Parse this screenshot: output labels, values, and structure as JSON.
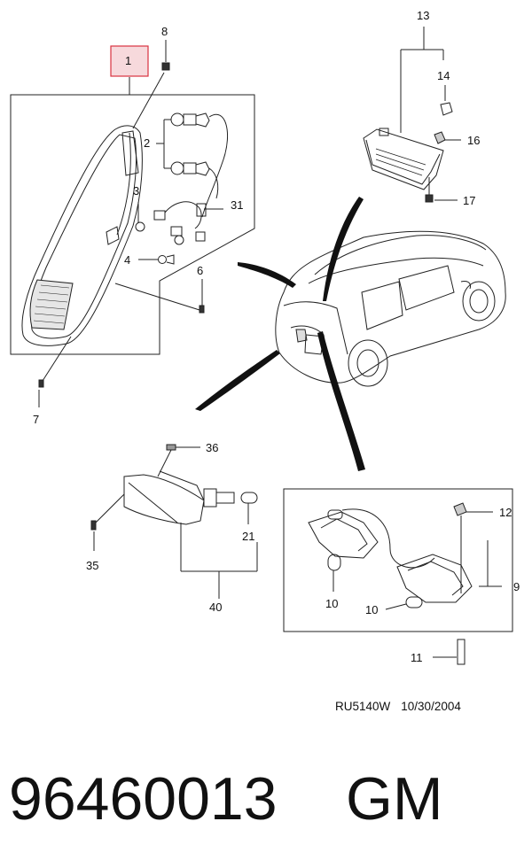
{
  "callouts": {
    "c1": "1",
    "c2": "2",
    "c3": "3",
    "c4": "4",
    "c6": "6",
    "c7": "7",
    "c8": "8",
    "c9": "9",
    "c10a": "10",
    "c10b": "10",
    "c11": "11",
    "c12": "12",
    "c13": "13",
    "c14": "14",
    "c16": "16",
    "c17": "17",
    "c21": "21",
    "c31": "31",
    "c35": "35",
    "c36": "36",
    "c40": "40"
  },
  "drawing": {
    "code": "RU5140W",
    "date": "10/30/2004"
  },
  "footer": {
    "part_number": "96460013",
    "brand": "GM"
  },
  "colors": {
    "highlight_fill": "#f7d9dc",
    "highlight_stroke": "#d9323f",
    "line": "#222222"
  }
}
